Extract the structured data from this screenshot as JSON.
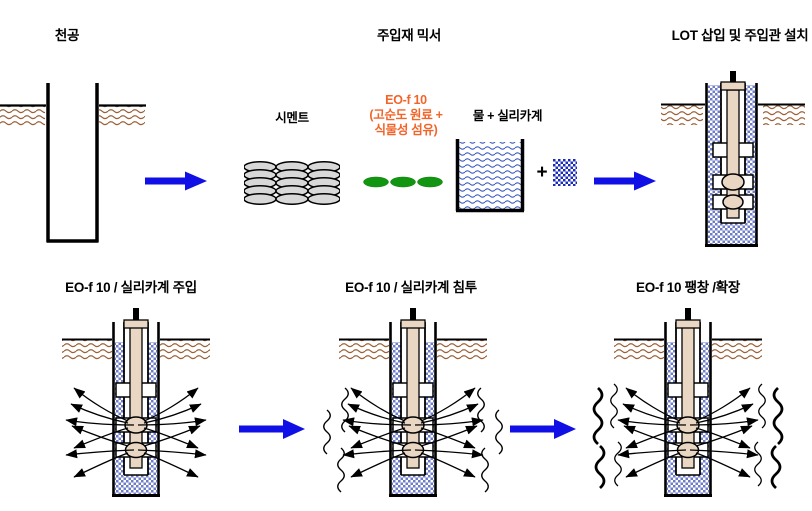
{
  "diagram_title": "EO-f 10 grouting process",
  "colors": {
    "arrow_blue": "#1010e6",
    "ground_brown": "#9b5f35",
    "grout_blue": "#6f7cc7",
    "pipe_tan": "#ead7c3",
    "cement_gray": "#d8d8d8",
    "fiber_green": "#129612",
    "highlight_orange": "#f2652a",
    "water_blue": "#3b5bc0",
    "silica_navy": "#1b2cb8"
  },
  "steps": {
    "drilling": {
      "label": "천공"
    },
    "mixer": {
      "label": "주입재 믹서",
      "cement_label": "시멘트",
      "eof_line1": "EO-f 10",
      "eof_line2": "(고순도 원료 +",
      "eof_line3": "식물성 섬유)",
      "water_label": "물 + 실리카계",
      "plus_sign": "+"
    },
    "lot_install": {
      "label": "LOT 삽입 및 주입관 설치"
    },
    "injection": {
      "label": "EO-f 10 / 실리카계 주입"
    },
    "penetration": {
      "label": "EO-f 10 / 실리카계 침투"
    },
    "expansion": {
      "label": "EO-f 10 팽창 /확장"
    }
  }
}
